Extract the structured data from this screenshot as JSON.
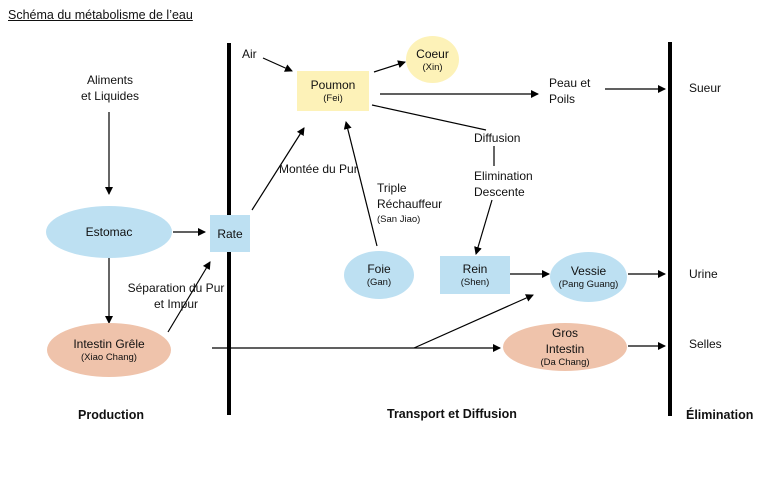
{
  "title": "Schéma du métabolisme de l’eau",
  "columns": {
    "production": "Production",
    "transport": "Transport et Diffusion",
    "elimination": "Élimination"
  },
  "nodes": {
    "aliments_1": "Aliments",
    "aliments_2": "et Liquides",
    "estomac": "Estomac",
    "intestin_grele": "Intestin Grêle",
    "intestin_grele_sub": "(Xiao Chang)",
    "rate": "Rate",
    "air": "Air",
    "poumon": "Poumon",
    "poumon_sub": "(Fei)",
    "coeur": "Coeur",
    "coeur_sub": "(Xin)",
    "foie": "Foie",
    "foie_sub": "(Gan)",
    "rein": "Rein",
    "rein_sub": "(Shen)",
    "vessie": "Vessie",
    "vessie_sub": "(Pang Guang)",
    "gros_intestin_1": "Gros",
    "gros_intestin_2": "Intestin",
    "gros_intestin_sub": "(Da Chang)"
  },
  "labels": {
    "separation_1": "Séparation du Pur",
    "separation_2": "et Impur",
    "montee": "Montée du Pur",
    "triple_1": "Triple",
    "triple_2": "Réchauffeur",
    "triple_sub": "(San Jiao)",
    "peau_1": "Peau et",
    "peau_2": "Poils",
    "diffusion": "Diffusion",
    "elimination_1": "Elimination",
    "elimination_2": "Descente"
  },
  "outputs": {
    "sueur": "Sueur",
    "urine": "Urine",
    "selles": "Selles"
  },
  "colors": {
    "blue_node": "#bde0f2",
    "yellow_node": "#fdf2b8",
    "salmon_node": "#efc3ab"
  }
}
